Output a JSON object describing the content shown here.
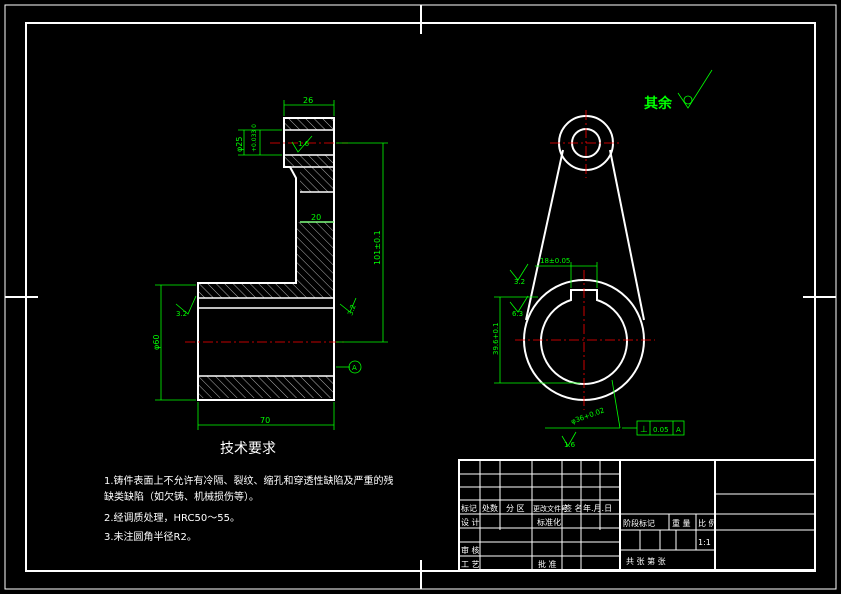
{
  "side_view": {
    "dims": {
      "top_width": "26",
      "phi25": "φ25",
      "phi_tol": "+0.033\n0",
      "roughness_16": "1.6",
      "mid_width": "20",
      "height_101": "101±0.1",
      "phi60": "φ60",
      "roughness_32_left": "3.2",
      "roughness_32_right": "3.2",
      "bottom_width": "70",
      "datum": "A"
    }
  },
  "front_view": {
    "dims": {
      "key_width": "18±0.05",
      "roughness_32": "3.2",
      "roughness_63": "6.3",
      "bore_depth": "39.6+0.1",
      "bore_dia": "φ36+0.02",
      "roughness_16": "1.6",
      "tol_symbol": "⊥",
      "tol_value": "0.05",
      "tol_datum": "A"
    }
  },
  "other_roughness": "其余",
  "tech_req": {
    "title": "技术要求",
    "items": [
      "1.铸件表面上不允许有冷隔、裂纹、缩孔和穿透性缺陷及严重的残",
      "缺类缺陷（如欠铸、机械损伤等）。",
      "2.经调质处理，HRC50～55。",
      "3.未注圆角半径R2。"
    ]
  },
  "title_block": {
    "row1": [
      "标记",
      "处数",
      "分 区",
      "更改文件号",
      "签 名",
      "年.月.日"
    ],
    "row_design": [
      "设 计",
      "",
      "标准化"
    ],
    "row_review": "审 核",
    "row_process": "工 艺",
    "approve": "批 准",
    "stage_label": "阶段标记",
    "weight_label": "重 量",
    "scale_label": "比 例",
    "scale_value": "1:1",
    "sheets": "共  张  第  张"
  }
}
